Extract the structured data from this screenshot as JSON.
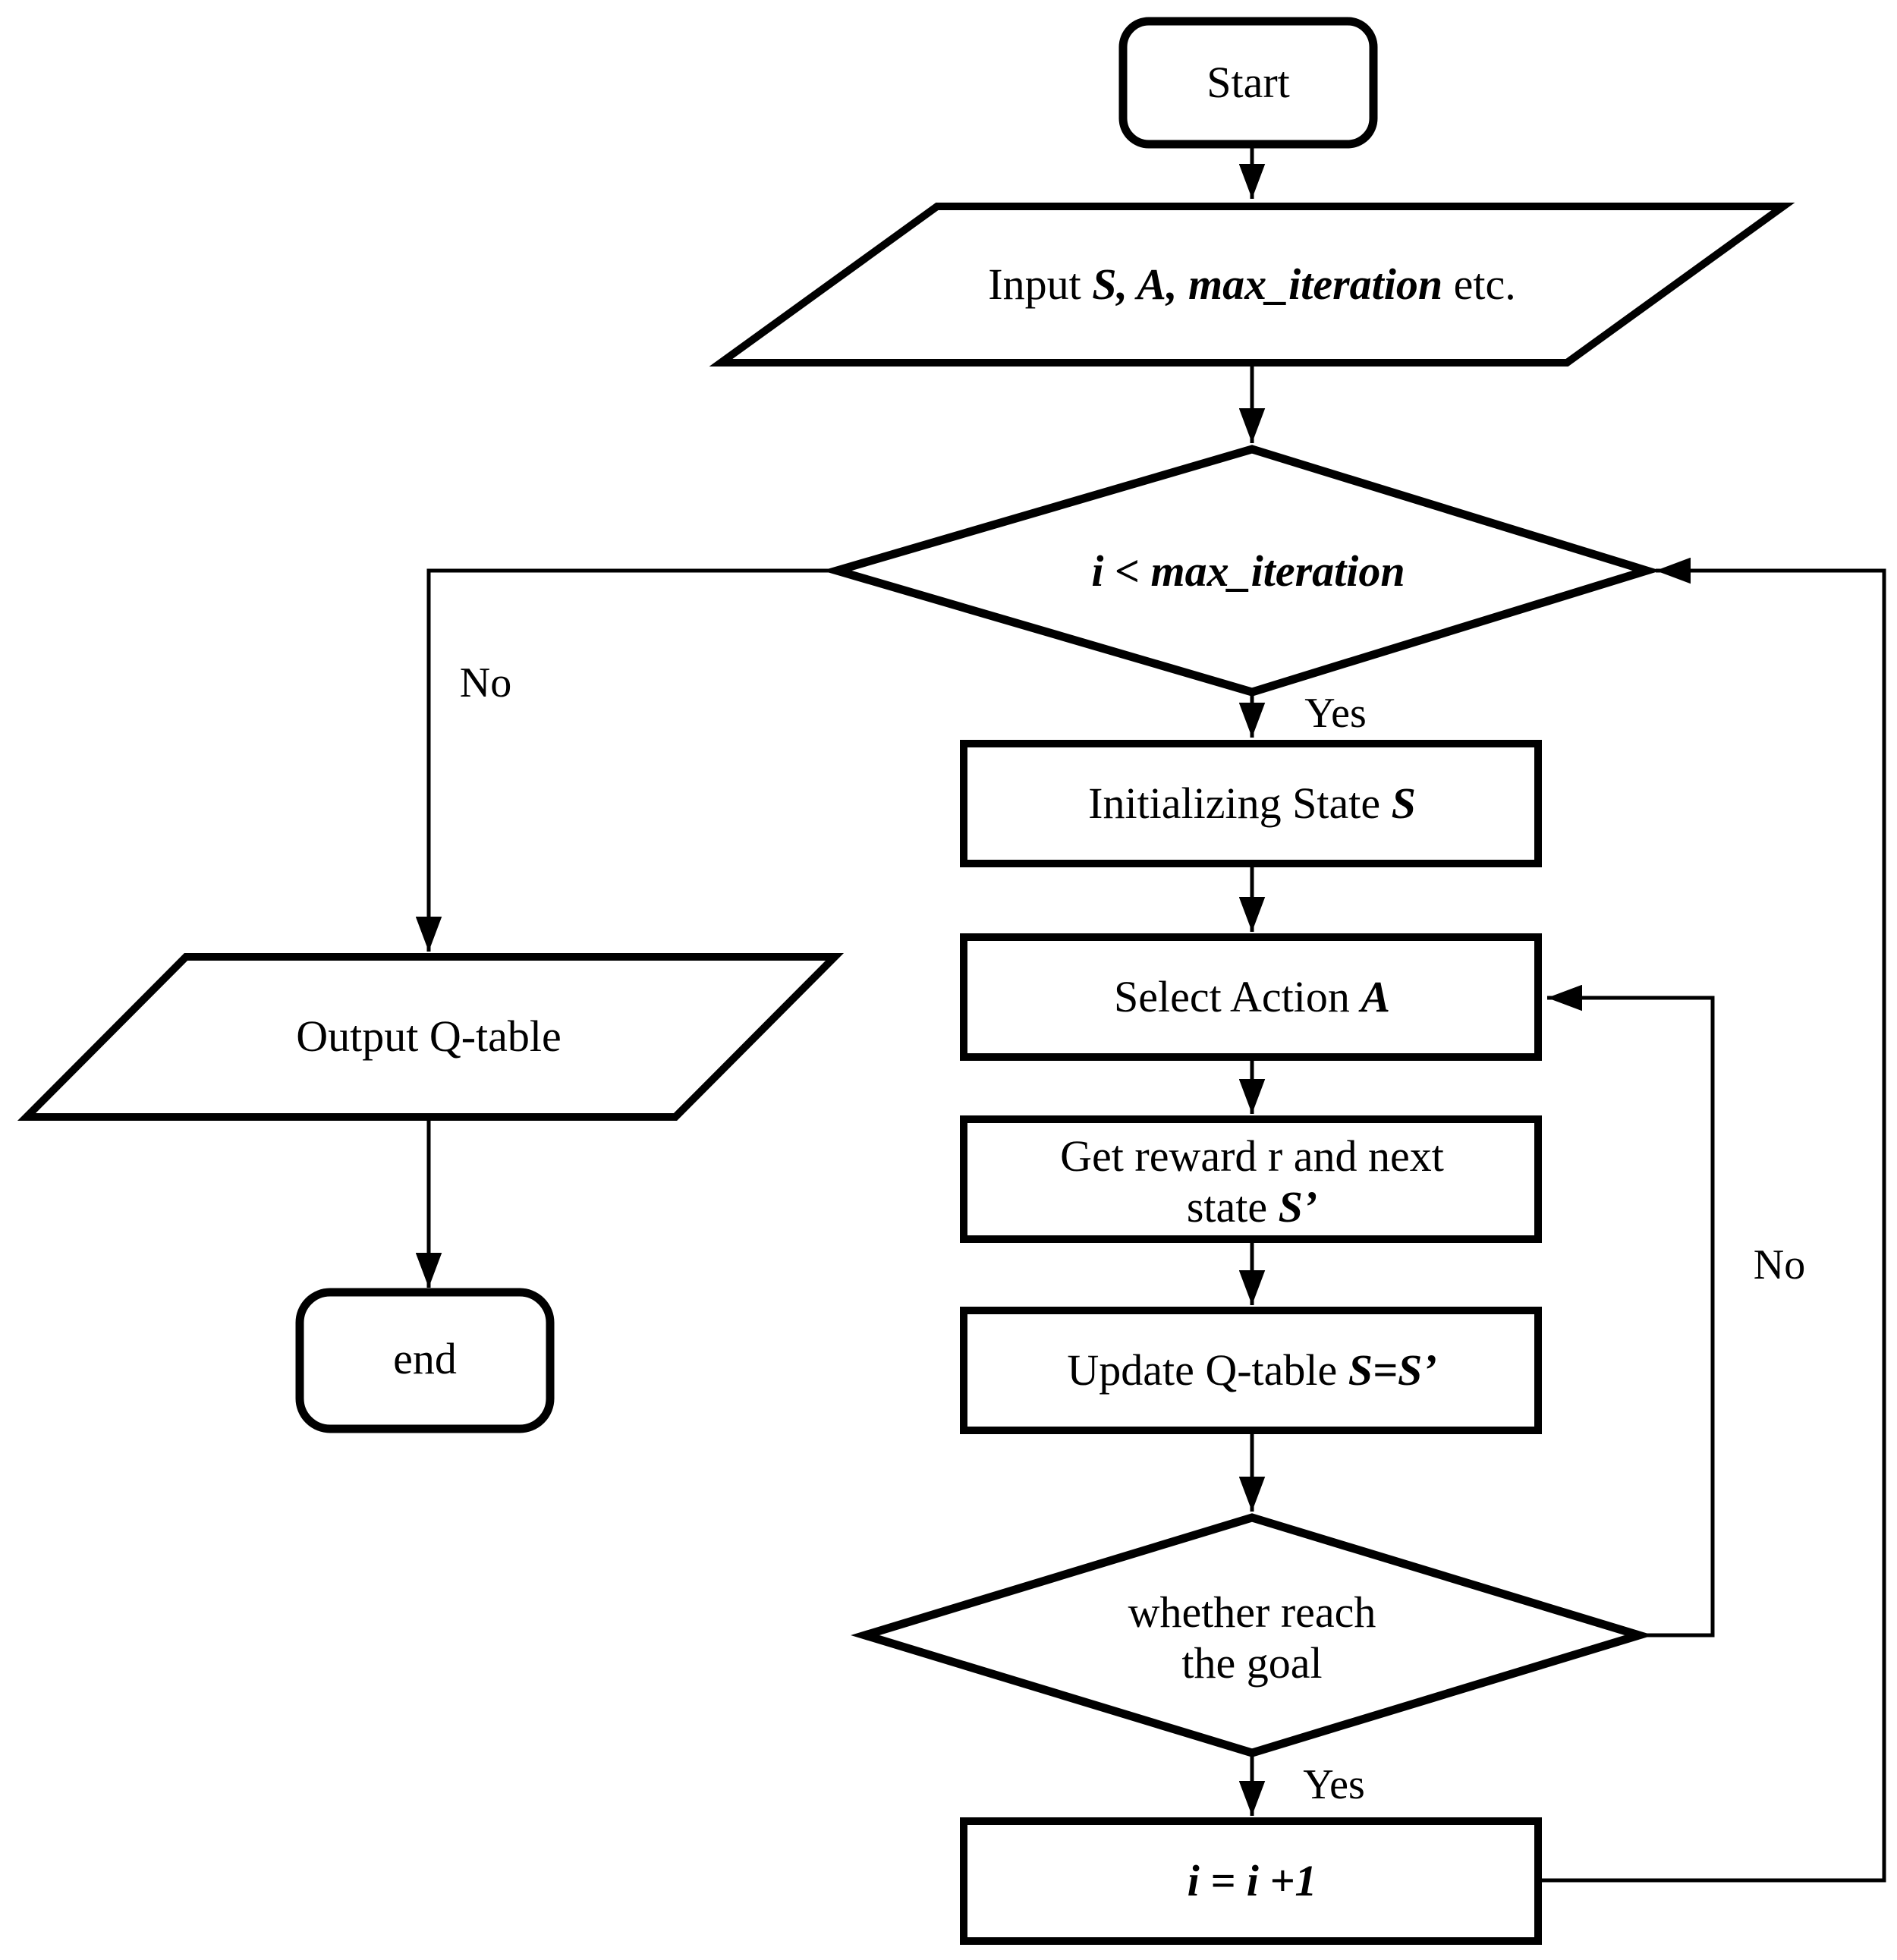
{
  "diagram": {
    "background": "#ffffff",
    "stroke_color": "#000000",
    "node_fill": "#ffffff",
    "nodes": {
      "start": {
        "label": "Start"
      },
      "input": {
        "pre": "Input ",
        "em": "S, A, max_iteration",
        "post": " etc."
      },
      "iter_condition": {
        "em": "i < max_iteration"
      },
      "init_state": {
        "pre": "Initializing State ",
        "em": "S"
      },
      "select_action": {
        "pre": "Select Action ",
        "em": "A"
      },
      "get_reward": {
        "line1": "Get reward r and next",
        "line2_pre": "state ",
        "line2_em": "S’"
      },
      "update_qtable": {
        "pre": "Update Q-table ",
        "em": "S=S’"
      },
      "goal_condition": {
        "line1": "whether reach",
        "line2": "the goal"
      },
      "increment": {
        "em": "i = i +1"
      },
      "output": {
        "label": "Output Q-table"
      },
      "end": {
        "label": "end"
      }
    },
    "edge_labels": {
      "iter_yes": "Yes",
      "iter_no": "No",
      "goal_yes": "Yes",
      "goal_no": "No"
    }
  }
}
